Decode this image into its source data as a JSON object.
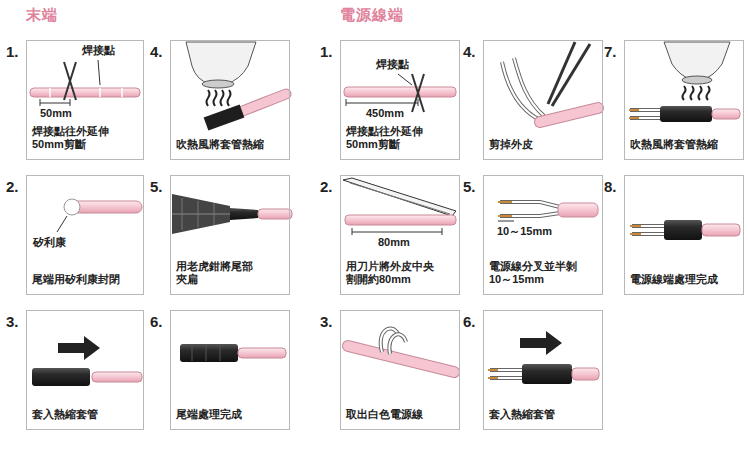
{
  "diagram": {
    "nodes": [
      {
        "text": [
          "1.",
          "焊接點往外延伸 50mm剪斷"
        ]
      },
      {
        "text": [
          "2.",
          "尾端用矽利康封閉"
        ]
      },
      {
        "text": [
          "3.",
          "套入熱縮套管"
        ]
      },
      {
        "text": [
          "4.",
          "吹熱風將套管熱縮"
        ]
      },
      {
        "text": [
          "5.",
          "用老虎鉗將尾部 夾扁"
        ]
      },
      {
        "text": [
          "6.",
          "尾端處理完成"
        ]
      },
      {
        "text": [
          "1.",
          "焊接點往外延伸 50mm剪斷"
        ]
      },
      {
        "text": [
          "2.",
          "用刀片將外皮中央 割開約80mm"
        ]
      },
      {
        "text": [
          "3.",
          "取出白色電源線"
        ]
      },
      {
        "text": [
          "4.",
          "剪掉外皮"
        ]
      },
      {
        "text": [
          "5.",
          "電源線分叉並半剝 10～15mm"
        ]
      },
      {
        "text": [
          "6.",
          "套入熱縮套管"
        ]
      },
      {
        "text": [
          "7.",
          "吹熱風將套管熱縮"
        ]
      },
      {
        "text": [
          "8.",
          "電源線端處理完成"
        ]
      }
    ],
    "labels": [
      "末端",
      "焊接點",
      "50mm",
      "矽利康",
      "電源線端",
      "焊接點",
      "450mm",
      "80mm",
      "10～15mm"
    ]
  }
}
